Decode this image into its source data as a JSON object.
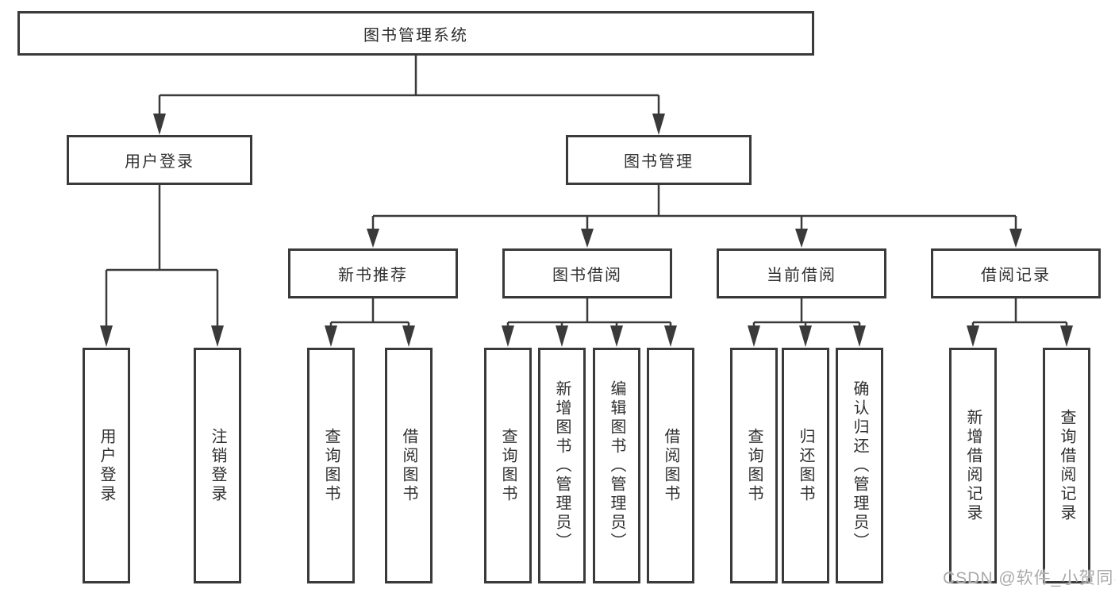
{
  "colors": {
    "line": "#3a3a3a",
    "box_border": "#3a3a3a",
    "text": "#303030",
    "watermark": "#ababab",
    "background": "#ffffff"
  },
  "tree": {
    "root": {
      "label": "图书管理系统"
    },
    "branches": [
      {
        "label": "用户登录",
        "children": [
          {
            "label": "用户登录"
          },
          {
            "label": "注销登录"
          }
        ]
      },
      {
        "label": "图书管理",
        "children": [
          {
            "label": "新书推荐",
            "children": [
              {
                "label": "查询图书"
              },
              {
                "label": "借阅图书"
              }
            ]
          },
          {
            "label": "图书借阅",
            "children": [
              {
                "label": "查询图书"
              },
              {
                "label": "新增图书（管理员）"
              },
              {
                "label": "编辑图书（管理员）"
              },
              {
                "label": "借阅图书"
              }
            ]
          },
          {
            "label": "当前借阅",
            "children": [
              {
                "label": "查询图书"
              },
              {
                "label": "归还图书"
              },
              {
                "label": "确认归还（管理员）"
              }
            ]
          },
          {
            "label": "借阅记录",
            "children": [
              {
                "label": "新增借阅记录"
              },
              {
                "label": "查询借阅记录"
              }
            ]
          }
        ]
      }
    ]
  },
  "watermark": {
    "text": "CSDN @软件_小贺同学"
  }
}
